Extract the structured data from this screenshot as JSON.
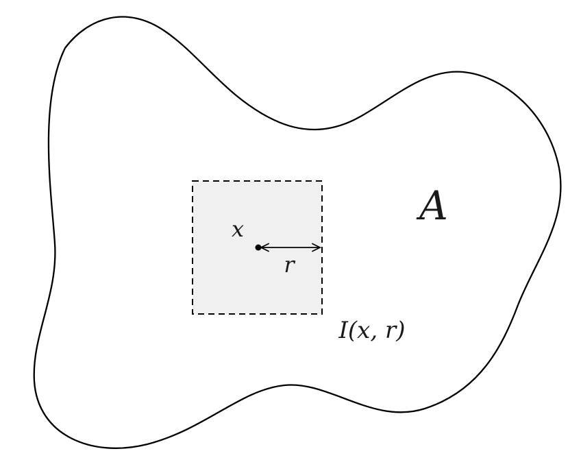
{
  "labels": {
    "region": "A",
    "center": "x",
    "radius": "r",
    "cube": "I(x, r)"
  },
  "colors": {
    "outline": "#000000",
    "cube_fill": "#f0f0f0",
    "cube_border": "#000000",
    "background": "#ffffff"
  }
}
